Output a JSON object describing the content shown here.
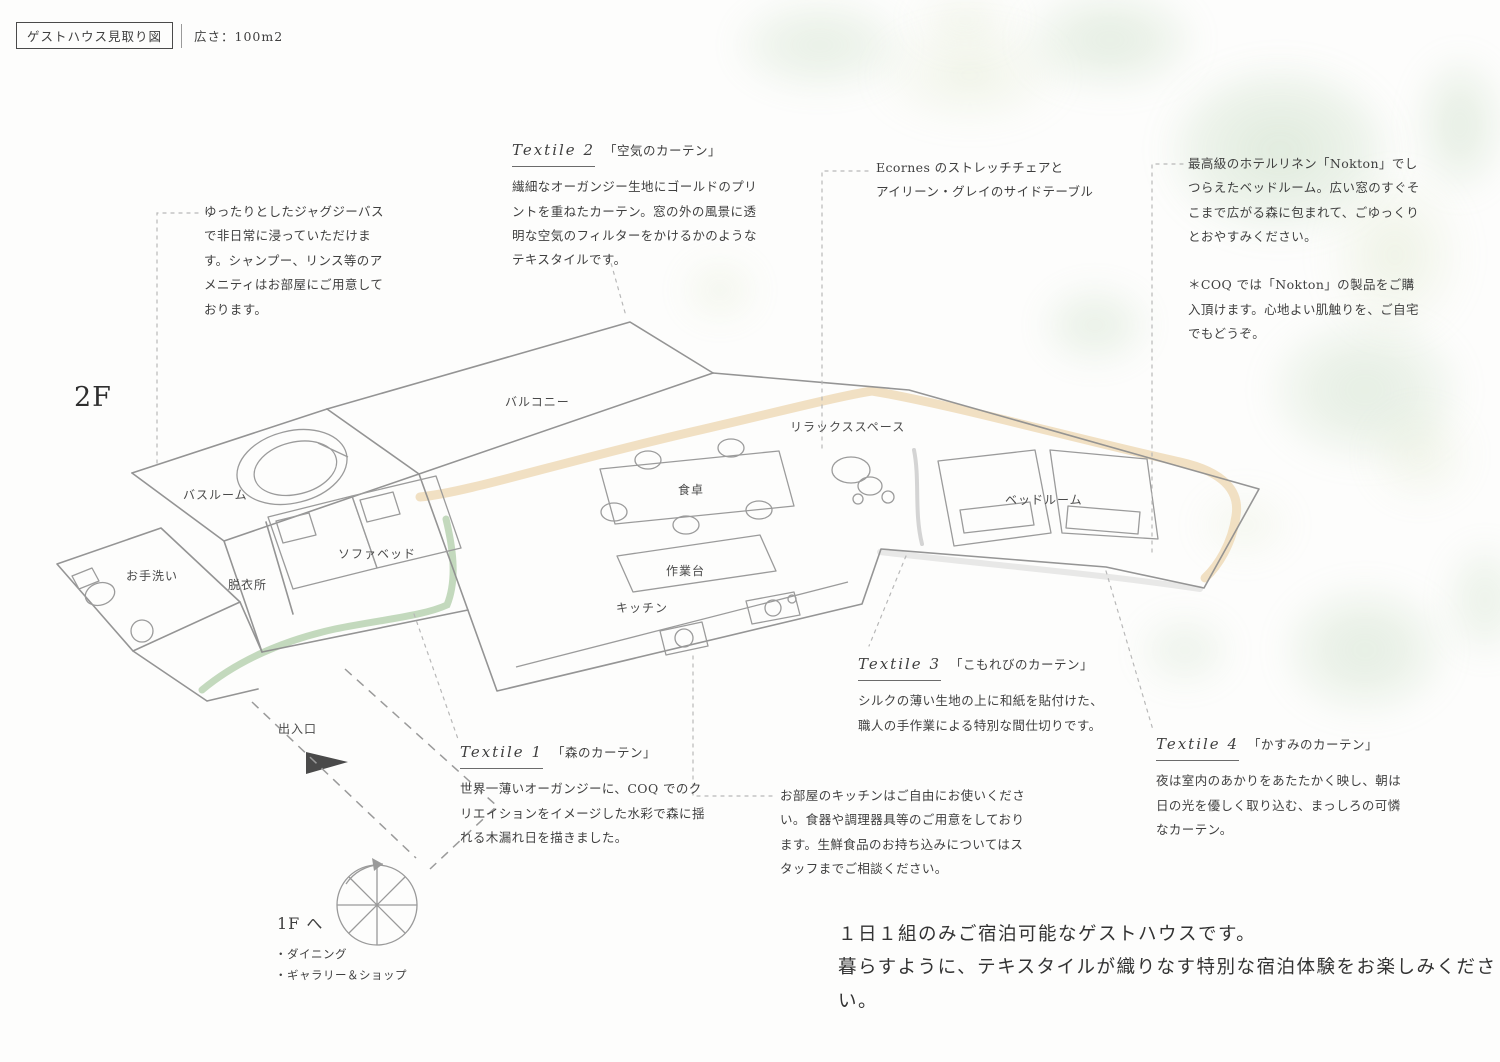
{
  "header": {
    "title": "ゲストハウス見取り図",
    "area": "広さ：100m2"
  },
  "floor_label": "2F",
  "rooms": {
    "balcony": "バルコニー",
    "bathroom": "バスルーム",
    "toilet": "お手洗い",
    "dressing_room": "脱衣所",
    "sofa_bed": "ソファベッド",
    "dining_table": "食卓",
    "work_counter": "作業台",
    "kitchen": "キッチン",
    "relax_space": "リラックススペース",
    "bedroom": "ベッドルーム",
    "entrance": "出入口"
  },
  "annotations": {
    "jacuzzi": {
      "body": "ゆったりとしたジャグジーバスで非日常に浸っていただけます。シャンプー、リンス等のアメニティはお部屋にご用意しております。"
    },
    "textile2": {
      "label": "Textile 2",
      "name": "「空気のカーテン」",
      "body": "繊細なオーガンジー生地にゴールドのプリントを重ねたカーテン。窓の外の風景に透明な空気のフィルターをかけるかのようなテキスタイルです。"
    },
    "stretch_chair": {
      "line1": "Ecornes のストレッチチェアと",
      "line2": "アイリーン・グレイのサイドテーブル"
    },
    "bedroom_linen": {
      "body1": "最高級のホテルリネン「Nokton」でしつらえたベッドルーム。広い窓のすぐそこまで広がる森に包まれて、ごゆっくりとおやすみください。",
      "body2": "＊COQ では「Nokton」の製品をご購入頂けます。心地よい肌触りを、ご自宅でもどうぞ。"
    },
    "textile1": {
      "label": "Textile 1",
      "name": "「森のカーテン」",
      "body": "世界一薄いオーガンジーに、COQ でのクリエイションをイメージした水彩で森に揺れる木漏れ日を描きました。"
    },
    "textile3": {
      "label": "Textile 3",
      "name": "「こもれびのカーテン」",
      "body": "シルクの薄い生地の上に和紙を貼付けた、職人の手作業による特別な間仕切りです。"
    },
    "textile4": {
      "label": "Textile 4",
      "name": "「かすみのカーテン」",
      "body": "夜は室内のあかりをあたたかく映し、朝は日の光を優しく取り込む、まっしろの可憐なカーテン。"
    },
    "kitchen_note": {
      "body": "お部屋のキッチンはご自由にお使いください。食器や調理器具等のご用意をしております。生鮮食品のお持ち込みについてはスタッフまでご相談ください。"
    }
  },
  "stairs": {
    "to_1f": "1F へ",
    "items": [
      "・ダイニング",
      "・ギャラリー＆ショップ"
    ]
  },
  "footer": {
    "line1": "１日１組のみご宿泊可能なゲストハウスです。",
    "line2": "暮らすように、テキスタイルが織りなす特別な宿泊体験をお楽しみください。"
  },
  "colors": {
    "wall_line": "#8f8f8f",
    "curtain_beige": "#efddbd",
    "curtain_green": "#b9d2b2",
    "watercolor_green": "#a3c59c",
    "text": "#3f3f3f"
  }
}
